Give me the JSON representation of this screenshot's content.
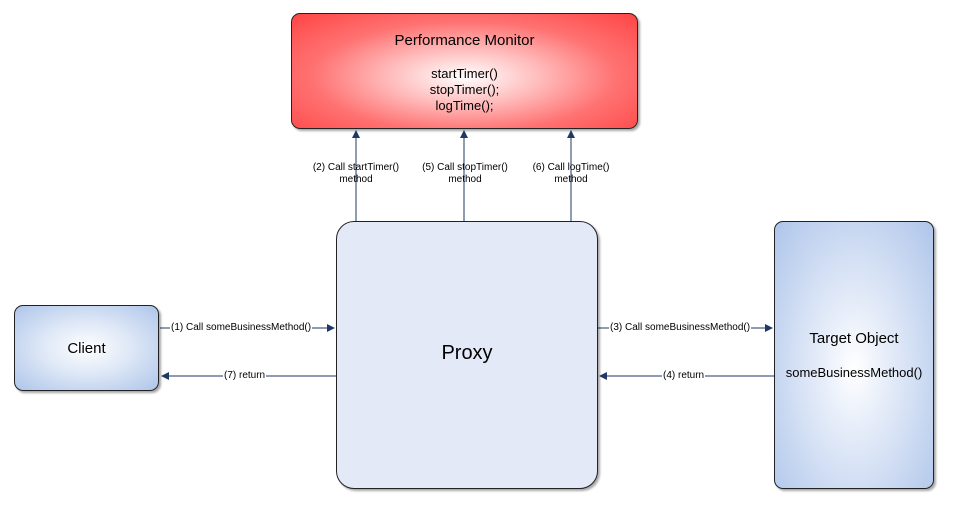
{
  "nodes": {
    "performance_monitor": {
      "title": "Performance Monitor",
      "methods": [
        "startTimer()",
        "stopTimer();",
        "logTime();"
      ]
    },
    "client": {
      "title": "Client"
    },
    "proxy": {
      "title": "Proxy"
    },
    "target": {
      "title": "Target Object",
      "method": "someBusinessMethod()"
    }
  },
  "edges": {
    "e1": {
      "label": "(1) Call someBusinessMethod()"
    },
    "e2": {
      "label_line1": "(2) Call startTimer()",
      "label_line2": "method"
    },
    "e3": {
      "label": "(3) Call someBusinessMethod()"
    },
    "e4": {
      "label": "(4) return"
    },
    "e5": {
      "label_line1": "(5) Call stopTimer()",
      "label_line2": "method"
    },
    "e6": {
      "label_line1": "(6) Call logTime()",
      "label_line2": "method"
    },
    "e7": {
      "label": "(7) return"
    }
  },
  "colors": {
    "monitor_fill": "#ff4444",
    "client_fill": "#aec5ea",
    "proxy_fill": "#e3e9f7",
    "target_fill": "#aec5ea",
    "line": "#1f3864"
  }
}
